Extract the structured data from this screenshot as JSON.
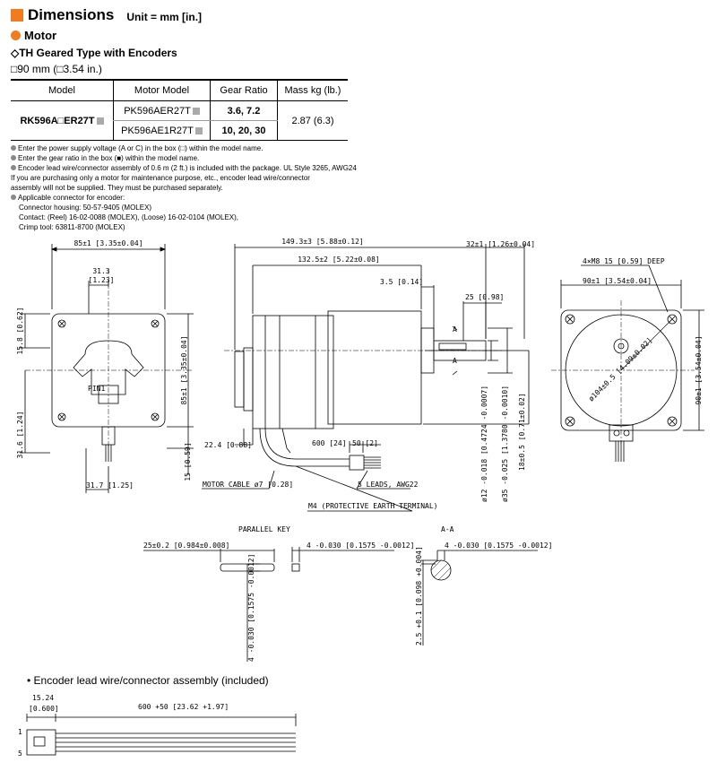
{
  "header": {
    "title": "Dimensions",
    "unit": "Unit = mm [in.]"
  },
  "section": {
    "title": "Motor",
    "subtitle": "◇TH Geared Type with Encoders",
    "size": "□90 mm (□3.54 in.)"
  },
  "table": {
    "headers": [
      "Model",
      "Motor Model",
      "Gear Ratio",
      "Mass kg (lb.)"
    ],
    "model": "RK596A□ER27T",
    "rows": [
      {
        "motor_model": "PK596AER27T",
        "gear_ratio": "3.6, 7.2"
      },
      {
        "motor_model": "PK596AE1R27T",
        "gear_ratio": "10, 20, 30"
      }
    ],
    "mass": "2.87 (6.3)"
  },
  "notes": [
    "Enter the power supply voltage (A or C) in the box (□) within the model name.",
    "Enter the gear ratio in the box (■) within the model name.",
    "Encoder lead wire/connector assembly of 0.6 m (2 ft.) is included with the package. UL Style 3265, AWG24",
    "If you are purchasing only a motor for maintenance purpose, etc., encoder lead wire/connector",
    "assembly will not be supplied. They must be purchased separately.",
    "Applicable connector for encoder:",
    "Connector housing: 50-57-9405 (MOLEX)",
    "Contact: (Reel) 16-02-0088 (MOLEX), (Loose) 16-02-0104 (MOLEX),",
    "Crimp tool: 63811-8700 (MOLEX)"
  ],
  "drawing": {
    "front": {
      "width": "85±1 [3.35±0.04]",
      "pin_offset": "31.3",
      "pin_offset_in": "[1.23]",
      "pin_label": "PIN1",
      "left_top": "15.8 [0.62]",
      "left_mid": "31.6 [1.24]",
      "height": "85±1 [3.35±0.04]",
      "right_low": "15 [0.59]",
      "bottom": "31.7 [1.25]"
    },
    "side": {
      "total": "149.3±3 [5.88±0.12]",
      "shaft_total": "32±1 [1.26±0.04]",
      "body": "132.5±2 [5.22±0.08]",
      "flange": "3.5 [0.14]",
      "shaft": "25 [0.98]",
      "encoder": "22.4 [0.88]",
      "cable": "600 [24]",
      "strip": "50 [2]",
      "motor_cable": "MOTOR CABLE ø7 [0.28]",
      "leads": "5 LEADS, AWG22",
      "terminal": "M4 (PROTECTIVE EARTH TERMINAL)",
      "shaft_dia": "ø12 -0.018 [0.4724 -0.0007]",
      "pilot_dia": "ø35 -0.025 [1.3780 -0.0010]",
      "shaft_height": "18±0.5 [0.71±0.02]",
      "section_mark": "A"
    },
    "end": {
      "holes": "4×M8 15 [0.59] DEEP",
      "width": "90±1 [3.54±0.04]",
      "height": "90±1 [3.54±0.04]",
      "pcd": "ø104±0.5 [4.09±0.02]"
    },
    "key": {
      "title": "PARALLEL KEY",
      "length": "25±0.2 [0.984±0.008]",
      "width": "4 -0.030 [0.1575 -0.0012]",
      "height": "4 -0.030 [0.1575 -0.0012]"
    },
    "section": {
      "title": "A-A",
      "width": "4 -0.030 [0.1575 -0.0012]",
      "depth": "2.5 +0.1 [0.098 +0.004]"
    }
  },
  "encoder_assembly": {
    "title": "• Encoder lead wire/connector assembly (included)",
    "pitch": "15.24",
    "pitch_in": "[0.600]",
    "length": "600 +50 [23.62 +1.97]",
    "pin_first": "1",
    "pin_last": "5"
  }
}
